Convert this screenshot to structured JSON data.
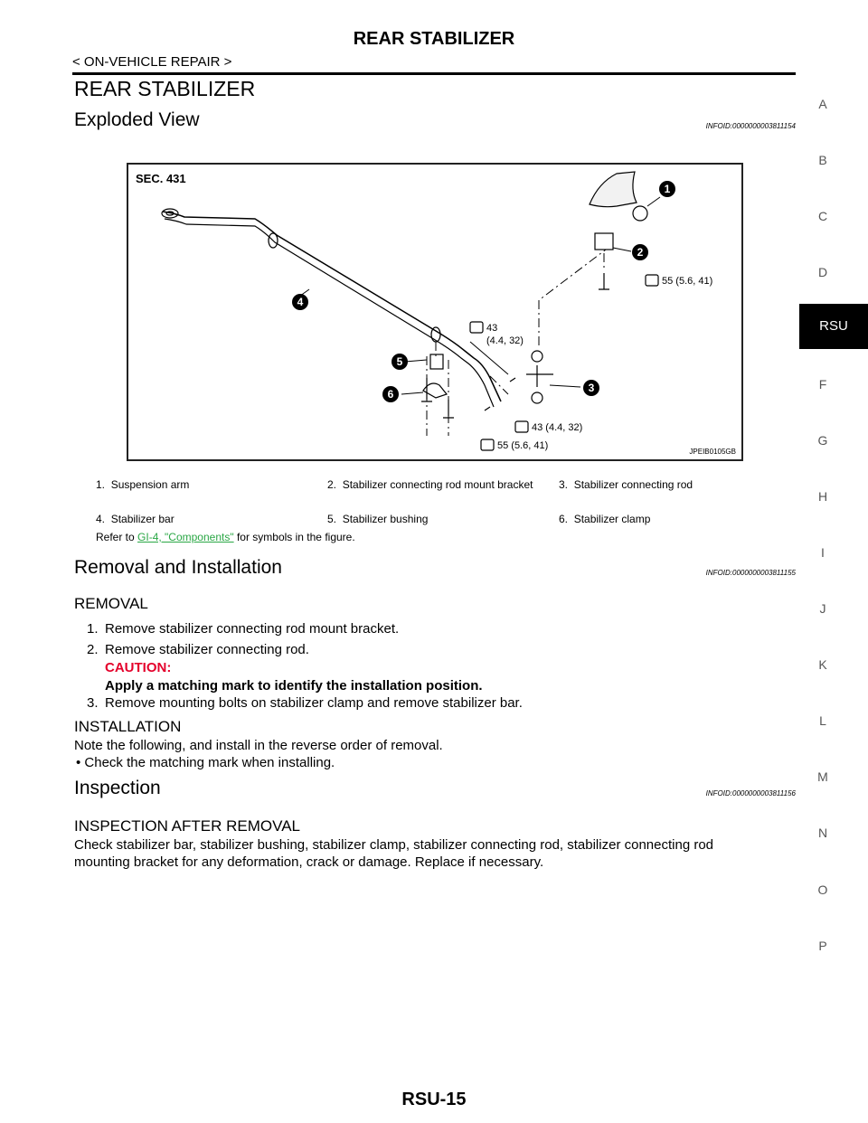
{
  "header": {
    "title": "REAR STABILIZER",
    "section": "< ON-VEHICLE REPAIR >"
  },
  "page_title": "REAR STABILIZER",
  "exploded_view": {
    "heading": "Exploded View",
    "infoid": "INFOID:0000000003811154",
    "figure": {
      "sec": "SEC. 431",
      "torque_1": "55 (5.6, 41)",
      "torque_2a": "43",
      "torque_2b": "(4.4, 32)",
      "torque_3": "43 (4.4, 32)",
      "torque_4": "55 (5.6, 41)",
      "callouts": [
        "1",
        "2",
        "3",
        "4",
        "5",
        "6"
      ],
      "code": "JPEIB0105GB"
    },
    "parts": [
      {
        "num": "1.",
        "name": "Suspension arm"
      },
      {
        "num": "2.",
        "name": "Stabilizer connecting rod mount bracket"
      },
      {
        "num": "3.",
        "name": "Stabilizer connecting rod"
      },
      {
        "num": "4.",
        "name": "Stabilizer bar"
      },
      {
        "num": "5.",
        "name": "Stabilizer bushing"
      },
      {
        "num": "6.",
        "name": "Stabilizer clamp"
      }
    ],
    "refer_prefix": "Refer to ",
    "refer_link": "GI-4, \"Components\"",
    "refer_suffix": " for symbols in the figure."
  },
  "removal_installation": {
    "heading": "Removal and Installation",
    "infoid": "INFOID:0000000003811155",
    "removal_heading": "REMOVAL",
    "steps": [
      {
        "num": "1.",
        "text": "Remove stabilizer connecting rod mount bracket."
      },
      {
        "num": "2.",
        "text": "Remove stabilizer connecting rod.",
        "caution_label": "CAUTION:",
        "caution_text": "Apply a matching mark to identify the installation position."
      },
      {
        "num": "3.",
        "text": "Remove mounting bolts on stabilizer clamp and remove stabilizer bar."
      }
    ],
    "installation_heading": "INSTALLATION",
    "installation_note": "Note the following, and install in the reverse order of removal.",
    "installation_bullet": "•  Check the matching mark when installing."
  },
  "inspection": {
    "heading": "Inspection",
    "infoid": "INFOID:0000000003811156",
    "sub_heading": "INSPECTION AFTER REMOVAL",
    "line1": "Check stabilizer bar, stabilizer bushing, stabilizer clamp, stabilizer connecting rod, stabilizer connecting rod",
    "line2": "mounting bracket for any deformation, crack or damage. Replace if necessary."
  },
  "sidebar": {
    "letters": [
      "A",
      "B",
      "C",
      "D",
      "F",
      "G",
      "H",
      "I",
      "J",
      "K",
      "L",
      "M",
      "N",
      "O",
      "P"
    ],
    "active": "RSU"
  },
  "page_number": "RSU-15"
}
